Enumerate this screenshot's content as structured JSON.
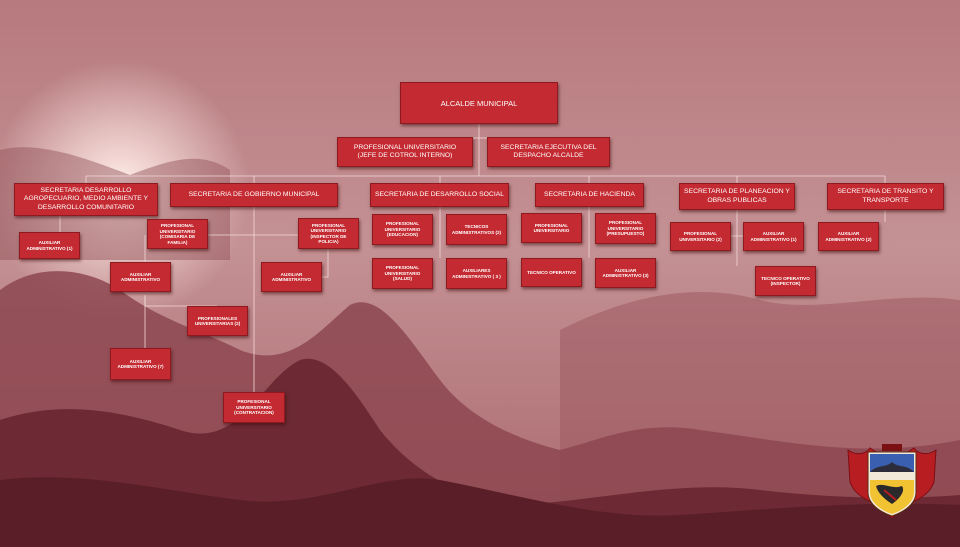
{
  "org": {
    "mayor": "ALCALDE  MUNICIPAL",
    "internal_control": [
      "PROFESIONAL UNIVERSITARIO",
      "(JEFE DE COTROL INTERNO)"
    ],
    "executive_secretary": [
      "SECRETARIA EJECUTIVA DEL",
      "DESPACHO ALCALDE"
    ],
    "secretariats": {
      "agro": [
        "SECRETARIA  DESARROLLO",
        "AGROPECUARIO, MEDIO AMBIENTE Y",
        "DESARROLLO COMUNITARIO"
      ],
      "gobierno": "SECRETARIA DE GOBIERNO MUNICIPAL",
      "social": "SECRETARIA DE DESARROLLO SOCIAL",
      "hacienda": "SECRETARIA DE HACIENDA",
      "planeacion": [
        "SECRETARIA DE PLANEACION Y",
        "OBRAS PUBLICAS"
      ],
      "transito": [
        "SECRETARIA DE TRANSITO Y",
        "TRANSPORTE"
      ]
    },
    "staff": {
      "agro_aux": "AUXILIAR ADMINISTRATIVO (1)",
      "comisaria": [
        "PROFESIONAL",
        "UNIVERSITARIO",
        "(COMISARIA DE FAMILIA)"
      ],
      "gob_aux1": [
        "AUXILIAR",
        "ADMINISTRATIVO"
      ],
      "gob_prof2": [
        "PROFESIONALES",
        "UNIVERSITARIAS (2)"
      ],
      "gob_aux7": [
        "AUXILIAR",
        "ADMINISTRATIVO (7)"
      ],
      "contratacion": [
        "PROFESIONAL",
        "UNIVERSITARIO",
        "(CONTRATACION)"
      ],
      "inspector_policia": [
        "PROFESIONAL",
        "UNIVERSITARIO",
        "(INSPECTOR DE POLICIA)"
      ],
      "gob_aux2": [
        "AUXILIAR",
        "ADMINISTRATIVO"
      ],
      "educacion": [
        "PROFESIONAL",
        "UNIVERSITARIO",
        "(EDUCACION)"
      ],
      "tecnicos": [
        "TECNICOS",
        "ADMINISTRATIVOS (2)"
      ],
      "salud": [
        "PROFESIONAL",
        "UNIVERSITARIO",
        "(SALUD)"
      ],
      "aux_social": [
        "AUXILIARES",
        "ADMINISTRATIVO ( 3 )"
      ],
      "hac_prof": [
        "PROFESIONAL",
        "UNIVERSITARIO"
      ],
      "presupuesto": [
        "PROFESIONAL",
        "UNIVERSITARIO",
        "(PRESUPUESTO)"
      ],
      "tecnico_operativo": "TECNICO OPERATIVO",
      "hac_aux": [
        "AUXILIAR",
        "ADMINISTRATIVO (3)"
      ],
      "plan_prof": [
        "PROFESIONAL",
        "UNIVERSITARIO (2)"
      ],
      "plan_aux": [
        "AUXILIAR",
        "ADMINISTRATIVO (1)"
      ],
      "plan_tec": [
        "TECNICO  OPERATIVO",
        "(INSPECTOR)"
      ],
      "trans_aux": [
        "AUXILIAR",
        "ADMINISTRATIVO (2)"
      ]
    }
  },
  "colors": {
    "box": "#c42a31",
    "box_border": "#8e1a20",
    "line": "#f3d8d8"
  },
  "crest_icon": "municipal-coat-of-arms-icon"
}
